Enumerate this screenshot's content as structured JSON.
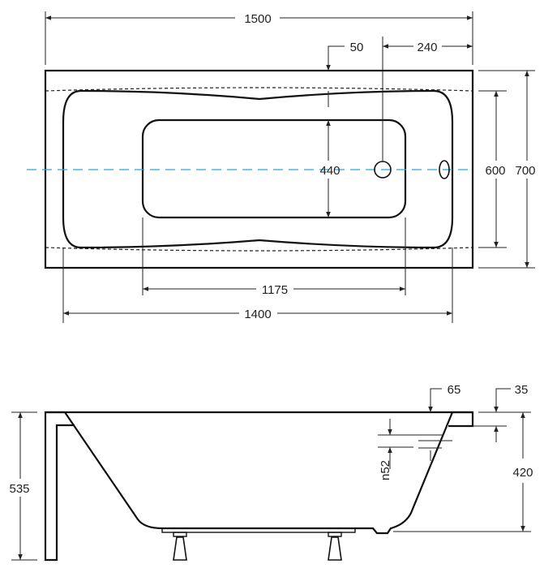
{
  "top_view": {
    "overall_length": "1500",
    "overflow_offset": "50",
    "drain_offset": "240",
    "inner_width": "600",
    "overall_width": "700",
    "basin_width": "440",
    "basin_length": "1175",
    "inner_length": "1400"
  },
  "side_view": {
    "total_height": "535",
    "rim_width": "65",
    "rim_thickness": "35",
    "depth": "420",
    "overflow_height": "n52"
  },
  "colors": {
    "axis": "#29a8e0",
    "line": "#111111"
  }
}
